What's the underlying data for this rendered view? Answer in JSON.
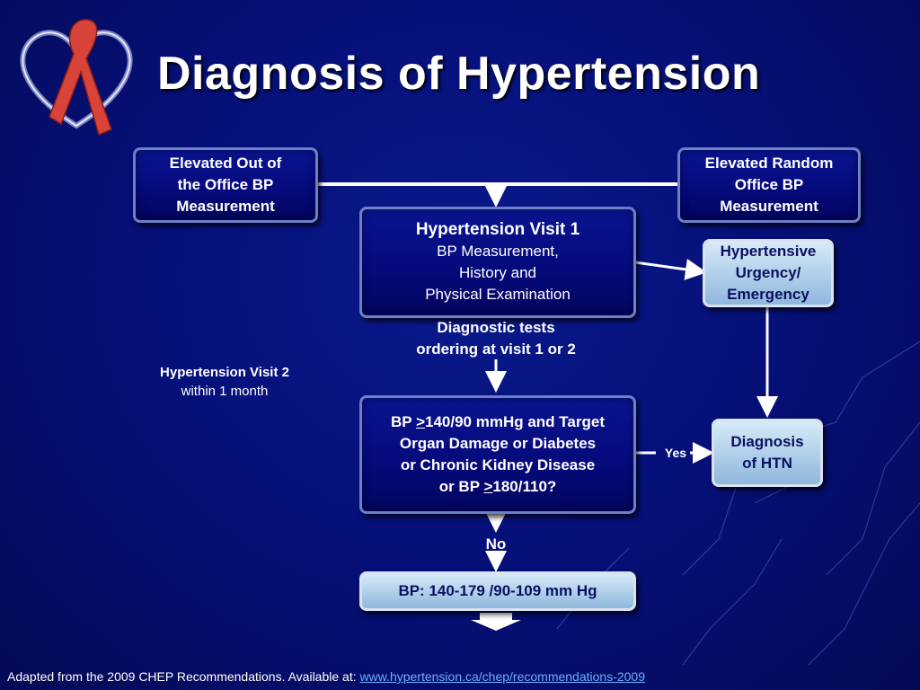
{
  "title": "Diagnosis of Hypertension",
  "boxes": {
    "out_of_office": [
      "Elevated Out of",
      "the Office BP",
      "Measurement"
    ],
    "random_office": [
      "Elevated Random",
      "Office BP",
      "Measurement"
    ],
    "visit1_title": "Hypertension Visit 1",
    "visit1_body": [
      "BP Measurement,",
      "History and",
      "Physical Examination"
    ],
    "urgency": [
      "Hypertensive",
      "Urgency/",
      "Emergency"
    ],
    "criteria_lines": {
      "l1_a": "BP ",
      "l1_ge": ">",
      "l1_b": "140/90 mmHg and Target",
      "l2": "Organ Damage or Diabetes",
      "l3": "or Chronic Kidney Disease",
      "l4_a": "or BP ",
      "l4_ge": ">",
      "l4_b": "180/110?"
    },
    "diagnosis": [
      "Diagnosis",
      "of HTN"
    ],
    "bp_range": "BP: 140-179 /90-109 mm Hg"
  },
  "labels": {
    "diag_tests": [
      "Diagnostic tests",
      "ordering at visit 1 or 2"
    ],
    "visit2_title": "Hypertension Visit 2",
    "visit2_sub": "within 1 month",
    "yes": "Yes",
    "no": "No"
  },
  "footer": {
    "text": "Adapted from the 2009 CHEP Recommendations. Available at: ",
    "link": "www.hypertension.ca/chep/recommendations-2009"
  },
  "colors": {
    "background": "#06107a",
    "dark_box": "#05097a",
    "light_box": "#a9c9e8",
    "link": "#6ab0ff",
    "ribbon": "#d8443a"
  }
}
